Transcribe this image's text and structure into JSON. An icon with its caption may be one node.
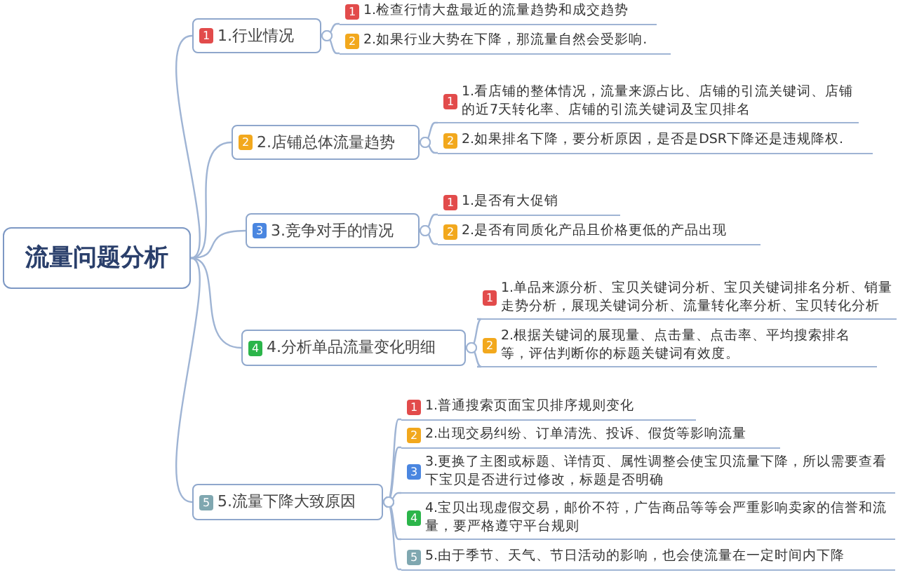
{
  "diagram": {
    "nodes": [
      {
        "text": [
          "流量问题分析"
        ]
      },
      {
        "text": [
          "1",
          "1.行业情况"
        ]
      },
      {
        "text": [
          "1",
          "1.检查行情大盘最近的流量趋势和成交趋势"
        ]
      },
      {
        "text": [
          "2",
          "2.如果行业大势在下降，那流量自然会受影响."
        ]
      },
      {
        "text": [
          "2",
          "2.店铺总体流量趋势"
        ]
      },
      {
        "text": [
          "1",
          "1.看店铺的整体情况，流量来源占比、店铺的引流关键词、店铺的近7天转化率、店铺的引流关键词及宝贝排名"
        ]
      },
      {
        "text": [
          "2",
          "2.如果排名下降，要分析原因，是否是DSR下降还是违规降权."
        ]
      },
      {
        "text": [
          "3",
          "3.竞争对手的情况"
        ]
      },
      {
        "text": [
          "1",
          "1.是否有大促销"
        ]
      },
      {
        "text": [
          "2",
          "2.是否有同质化产品且价格更低的产品出现"
        ]
      },
      {
        "text": [
          "4",
          "4.分析单品流量变化明细"
        ]
      },
      {
        "text": [
          "1",
          "1.单品来源分析、宝贝关键词分析、宝贝关键词排名分析、销量走势分析，展现关键词分析、流量转化率分析、宝贝转化分析"
        ]
      },
      {
        "text": [
          "2",
          "2.根据关键词的展现量、点击量、点击率、平均搜索排名等，评估判断你的标题关键词有效度。"
        ]
      },
      {
        "text": [
          "5",
          "5.流量下降大致原因"
        ]
      },
      {
        "text": [
          "1",
          "1.普通搜索页面宝贝排序规则变化"
        ]
      },
      {
        "text": [
          "2",
          "2.出现交易纠纷、订单清洗、投诉、假货等影响流量"
        ]
      },
      {
        "text": [
          "3",
          "3.更换了主图或标题、详情页、属性调整会使宝贝流量下降，所以需要查看下宝贝是否进行过修改，标题是否明确"
        ]
      },
      {
        "text": [
          "4",
          "4.宝贝出现虚假交易，邮价不符，广告商品等等会严重影响卖家的信誉和流量，要严格遵守平台规则"
        ]
      },
      {
        "text": [
          "5",
          "5.由于季节、天气、节日活动的影响，也会使流量在一定时间内下降"
        ]
      }
    ],
    "edges": [
      {
        "from": 0,
        "to": 1,
        "arrow": "none"
      },
      {
        "from": 0,
        "to": 4,
        "arrow": "none"
      },
      {
        "from": 0,
        "to": 7,
        "arrow": "none"
      },
      {
        "from": 0,
        "to": 10,
        "arrow": "none"
      },
      {
        "from": 0,
        "to": 13,
        "arrow": "none"
      },
      {
        "from": 1,
        "to": 2,
        "arrow": "other"
      },
      {
        "from": 1,
        "to": 3,
        "arrow": "other"
      },
      {
        "from": 4,
        "to": 5,
        "arrow": "other"
      },
      {
        "from": 4,
        "to": 6,
        "arrow": "other"
      },
      {
        "from": 7,
        "to": 8,
        "arrow": "other"
      },
      {
        "from": 7,
        "to": 9,
        "arrow": "other"
      },
      {
        "from": 10,
        "to": 11,
        "arrow": "other"
      },
      {
        "from": 10,
        "to": 12,
        "arrow": "other"
      },
      {
        "from": 13,
        "to": 14,
        "arrow": "other"
      },
      {
        "from": 13,
        "to": 15,
        "arrow": "other"
      },
      {
        "from": 13,
        "to": 16,
        "arrow": "other"
      },
      {
        "from": 13,
        "to": 17,
        "arrow": "other"
      },
      {
        "from": 13,
        "to": 18,
        "arrow": "other"
      }
    ]
  }
}
